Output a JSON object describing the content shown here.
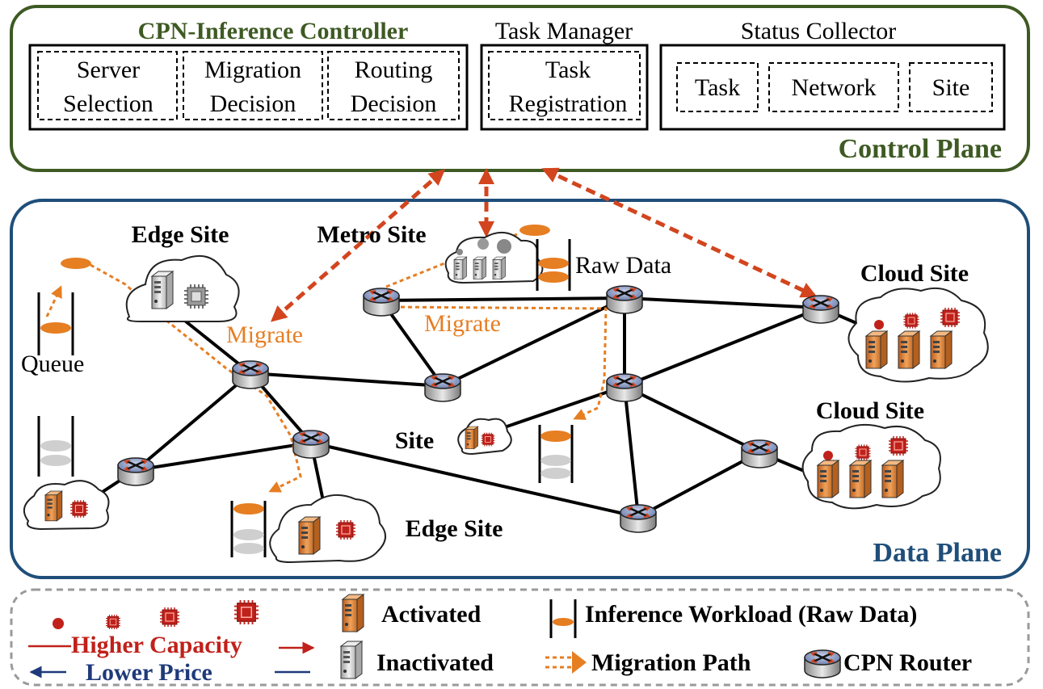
{
  "colors": {
    "control_border": "#3e5a23",
    "data_border": "#1f4e79",
    "arrow_red": "#d2451e",
    "migrate_orange": "#e67e22",
    "legend_red": "#c0211a",
    "legend_blue": "#1f3a7a",
    "link": "#000000"
  },
  "control_plane": {
    "label": "Control Plane",
    "controller": {
      "title": "CPN-Inference Controller",
      "boxes": [
        {
          "line1": "Server",
          "line2": "Selection"
        },
        {
          "line1": "Migration",
          "line2": "Decision"
        },
        {
          "line1": "Routing",
          "line2": "Decision"
        }
      ]
    },
    "task_manager": {
      "title": "Task Manager",
      "box": {
        "line1": "Task",
        "line2": "Registration"
      }
    },
    "status_collector": {
      "title": "Status Collector",
      "boxes": [
        "Task",
        "Network",
        "Site"
      ]
    }
  },
  "data_plane": {
    "label": "Data Plane",
    "site_labels": {
      "edge_top": "Edge Site",
      "metro": "Metro Site",
      "cloud_top": "Cloud Site",
      "cloud_mid": "Cloud Site",
      "site_small": "Site",
      "edge_bottom": "Edge Site"
    },
    "annotations": {
      "migrate_left": "Migrate",
      "migrate_center": "Migrate",
      "queue": "Queue",
      "raw_data": "Raw Data"
    }
  },
  "legend": {
    "higher_capacity": "Higher Capacity",
    "lower_price": "Lower Price",
    "activated": "Activated",
    "inactivated": "Inactivated",
    "inference_workload": "Inference Workload (Raw Data)",
    "migration_path": "Migration Path",
    "cpn_router": "CPN Router"
  },
  "icons": [
    "router-icon",
    "server-icon",
    "chip-icon",
    "cloud-icon",
    "queue-icon"
  ]
}
